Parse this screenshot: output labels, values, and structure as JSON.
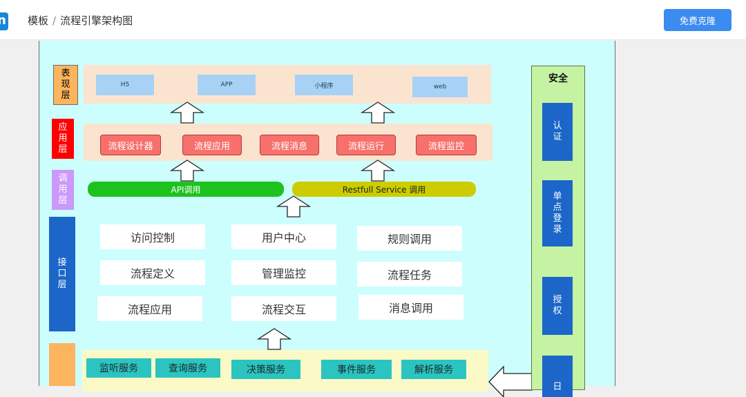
{
  "header": {
    "logo_letter": "n",
    "breadcrumb_root": "模板",
    "breadcrumb_separator": "/",
    "breadcrumb_current": "流程引擎架构图",
    "clone_button": "免费克隆"
  },
  "diagram": {
    "layers": {
      "presentation": "表\n现\n层",
      "application": "应\n用\n层",
      "invocation": "调\n用\n层",
      "interface": "接\n口\n层"
    },
    "presentation_items": [
      "H5",
      "APP",
      "小程序",
      "web"
    ],
    "application_items": [
      "流程设计器",
      "流程应用",
      "流程消息",
      "流程运行",
      "流程监控"
    ],
    "invocation_items": {
      "api": "API调用",
      "restful": "Restfull Service 调用"
    },
    "interface_items": [
      [
        "访问控制",
        "用户中心",
        "规则调用"
      ],
      [
        "流程定义",
        "管理监控",
        "流程任务"
      ],
      [
        "流程应用",
        "流程交互",
        "消息调用"
      ]
    ],
    "service_items": [
      "监听服务",
      "查询服务",
      "决策服务",
      "事件服务",
      "解析服务"
    ],
    "security": {
      "title": "安全",
      "items": [
        "认\n证",
        "单\n点\n登\n录",
        "授\n权",
        "日"
      ]
    }
  },
  "colors": {
    "canvas_bg": "#ccfefe",
    "presentation_band": "#fbe4cf",
    "app_chip": "#f8706c",
    "api_pill": "#1ec21e",
    "restful_pill": "#cccc00",
    "security_panel": "#c6f2a4",
    "security_box": "#1b66c8",
    "interface_layer": "#1b66c8"
  }
}
